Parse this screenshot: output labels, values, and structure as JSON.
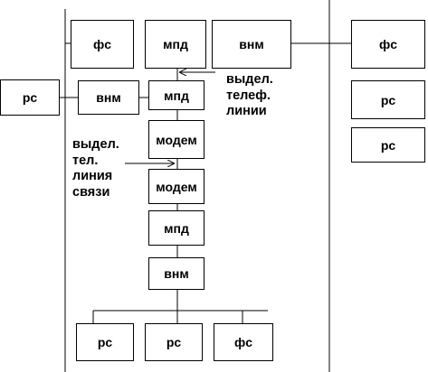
{
  "colors": {
    "line": "#000000",
    "box_border": "#000000",
    "background": "#ffffff",
    "text": "#000000"
  },
  "blocks": {
    "fs_top_left": "фс",
    "mpd_top": "мпд",
    "vnm_top": "внм",
    "fs_right": "фс",
    "rs_left": "рс",
    "vnm_left": "внм",
    "mpd_upper": "мпд",
    "rs_right_1": "рс",
    "rs_right_2": "рс",
    "modem_upper": "модем",
    "modem_lower": "модем",
    "mpd_lower": "мпд",
    "vnm_bottom": "внм",
    "rs_bottom_1": "рс",
    "rs_bottom_2": "рс",
    "fs_bottom": "фс"
  },
  "annotations": {
    "phone_line": [
      "выдел.",
      "телеф.",
      "линии"
    ],
    "comm_line": [
      "выдел.",
      "тел.",
      "линия",
      "связи"
    ]
  }
}
